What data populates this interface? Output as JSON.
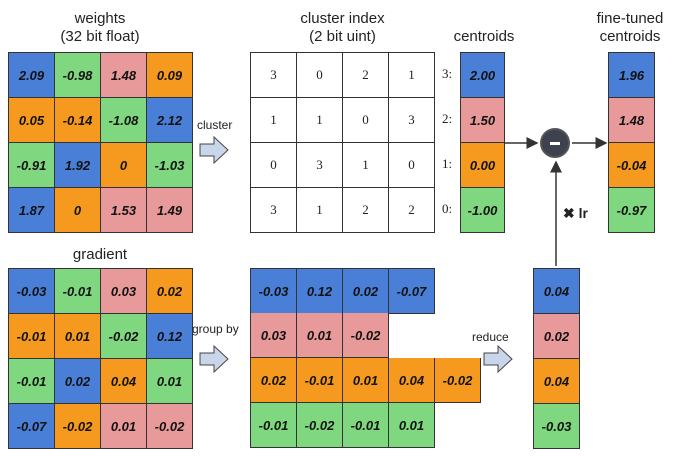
{
  "colors": {
    "blue": "#4a7fd8",
    "red": "#e89a9a",
    "orange": "#f59a1e",
    "green": "#7fd77f"
  },
  "labels": {
    "weights": "weights",
    "weights_sub": "(32 bit float)",
    "cluster_index": "cluster index",
    "cluster_index_sub": "(2 bit uint)",
    "centroids": "centroids",
    "fine_tuned_1": "fine-tuned",
    "fine_tuned_2": "centroids",
    "gradient": "gradient",
    "cluster_step": "cluster",
    "group_by_step": "group by",
    "reduce_step": "reduce",
    "lr": "✖ lr"
  },
  "weights": [
    [
      {
        "v": "2.09",
        "c": "blue"
      },
      {
        "v": "-0.98",
        "c": "green"
      },
      {
        "v": "1.48",
        "c": "red"
      },
      {
        "v": "0.09",
        "c": "orange"
      }
    ],
    [
      {
        "v": "0.05",
        "c": "orange"
      },
      {
        "v": "-0.14",
        "c": "orange"
      },
      {
        "v": "-1.08",
        "c": "green"
      },
      {
        "v": "2.12",
        "c": "blue"
      }
    ],
    [
      {
        "v": "-0.91",
        "c": "green"
      },
      {
        "v": "1.92",
        "c": "blue"
      },
      {
        "v": "0",
        "c": "orange"
      },
      {
        "v": "-1.03",
        "c": "green"
      }
    ],
    [
      {
        "v": "1.87",
        "c": "blue"
      },
      {
        "v": "0",
        "c": "orange"
      },
      {
        "v": "1.53",
        "c": "red"
      },
      {
        "v": "1.49",
        "c": "red"
      }
    ]
  ],
  "cluster_index": [
    [
      "3",
      "0",
      "2",
      "1"
    ],
    [
      "1",
      "1",
      "0",
      "3"
    ],
    [
      "0",
      "3",
      "1",
      "0"
    ],
    [
      "3",
      "1",
      "2",
      "2"
    ]
  ],
  "centroids": [
    {
      "i": "3:",
      "v": "2.00",
      "c": "blue"
    },
    {
      "i": "2:",
      "v": "1.50",
      "c": "red"
    },
    {
      "i": "1:",
      "v": "0.00",
      "c": "orange"
    },
    {
      "i": "0:",
      "v": "-1.00",
      "c": "green"
    }
  ],
  "fine_tuned": [
    {
      "v": "1.96",
      "c": "blue"
    },
    {
      "v": "1.48",
      "c": "red"
    },
    {
      "v": "-0.04",
      "c": "orange"
    },
    {
      "v": "-0.97",
      "c": "green"
    }
  ],
  "gradient": [
    [
      {
        "v": "-0.03",
        "c": "blue"
      },
      {
        "v": "-0.01",
        "c": "green"
      },
      {
        "v": "0.03",
        "c": "red"
      },
      {
        "v": "0.02",
        "c": "orange"
      }
    ],
    [
      {
        "v": "-0.01",
        "c": "orange"
      },
      {
        "v": "0.01",
        "c": "orange"
      },
      {
        "v": "-0.02",
        "c": "green"
      },
      {
        "v": "0.12",
        "c": "blue"
      }
    ],
    [
      {
        "v": "-0.01",
        "c": "green"
      },
      {
        "v": "0.02",
        "c": "blue"
      },
      {
        "v": "0.04",
        "c": "orange"
      },
      {
        "v": "0.01",
        "c": "green"
      }
    ],
    [
      {
        "v": "-0.07",
        "c": "blue"
      },
      {
        "v": "-0.02",
        "c": "orange"
      },
      {
        "v": "0.01",
        "c": "red"
      },
      {
        "v": "-0.02",
        "c": "red"
      }
    ]
  ],
  "grouped": [
    {
      "c": "blue",
      "values": [
        "-0.03",
        "0.12",
        "0.02",
        "-0.07"
      ]
    },
    {
      "c": "red",
      "values": [
        "0.03",
        "0.01",
        "-0.02"
      ]
    },
    {
      "c": "orange",
      "values": [
        "0.02",
        "-0.01",
        "0.01",
        "0.04",
        "-0.02"
      ]
    },
    {
      "c": "green",
      "values": [
        "-0.01",
        "-0.02",
        "-0.01",
        "0.01"
      ]
    }
  ],
  "reduced": [
    {
      "v": "0.04",
      "c": "blue"
    },
    {
      "v": "0.02",
      "c": "red"
    },
    {
      "v": "0.04",
      "c": "orange"
    },
    {
      "v": "-0.03",
      "c": "green"
    }
  ]
}
